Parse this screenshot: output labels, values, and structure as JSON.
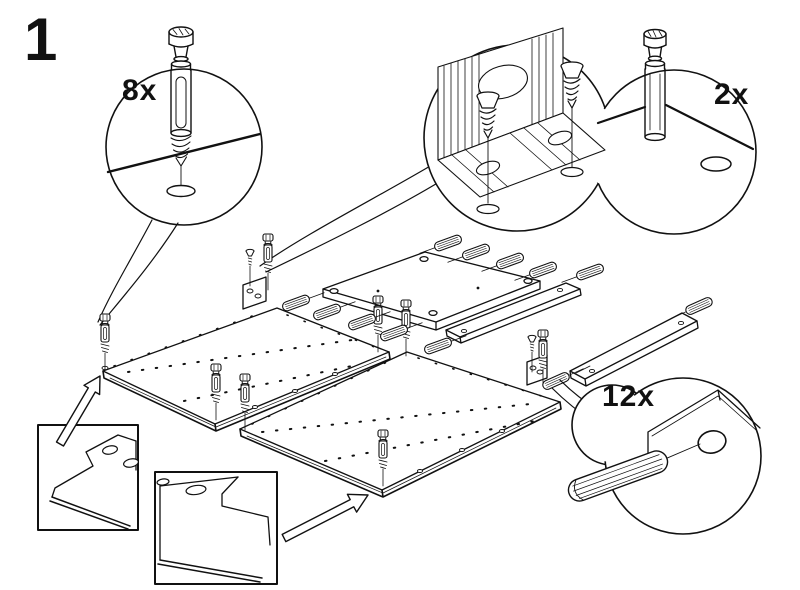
{
  "step": {
    "number": "1"
  },
  "callouts": {
    "cam_screw": {
      "label": "8x",
      "part": "cam-locking-screw"
    },
    "cam_bolt": {
      "label": "2x",
      "part": "cam-bolt"
    },
    "wood_dowel": {
      "label": "12x",
      "part": "wood-dowel"
    },
    "bracket": {
      "part": "fixing-bracket-with-screws"
    }
  },
  "colors": {
    "line": "#111111",
    "background": "#ffffff"
  }
}
